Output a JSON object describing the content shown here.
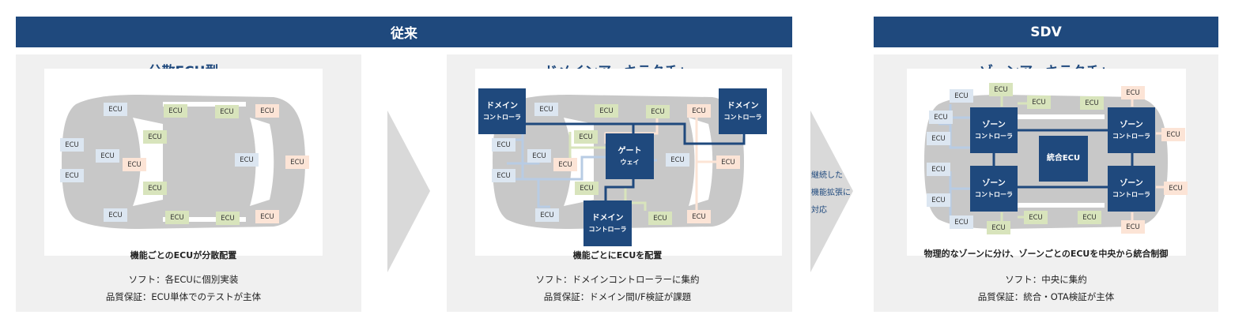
{
  "headers": {
    "left": "従来",
    "right": "SDV"
  },
  "panels": [
    {
      "title": "分散ECU型",
      "caption": "機能ごとのECUが分散配置",
      "notes": [
        "ソフト：各ECUに個別実装",
        "品質保証：ECU単体でのテストが主体"
      ]
    },
    {
      "title": "ドメインアーキテクチャ",
      "caption": "機能ごとにECUを配置",
      "notes": [
        "ソフト：ドメインコントローラーに集約",
        "品質保証：ドメイン間I/F検証が課題"
      ],
      "controllers": [
        {
          "line1": "ドメイン",
          "line2": "コントローラ"
        },
        {
          "line1": "ドメイン",
          "line2": "コントローラ"
        },
        {
          "line1": "ドメイン",
          "line2": "コントローラ"
        }
      ],
      "gateway": {
        "line1": "ゲート",
        "line2": "ウェイ"
      }
    },
    {
      "title": "ゾーンアーキテクチャ",
      "caption": "物理的なゾーンに分け、ゾーンごとのECUを中央から統合制御",
      "notes": [
        "ソフト：中央に集約",
        "品質保証：統合・OTA検証が主体"
      ],
      "zones": [
        {
          "line1": "ゾーン",
          "line2": "コントローラ"
        },
        {
          "line1": "ゾーン",
          "line2": "コントローラ"
        },
        {
          "line1": "ゾーン",
          "line2": "コントローラ"
        },
        {
          "line1": "ゾーン",
          "line2": "コントローラ"
        }
      ],
      "central": "統合ECU"
    }
  ],
  "transition_text": [
    "継続した",
    "機能拡張に",
    "対応"
  ],
  "ecu_label": "ECU",
  "colors": {
    "navy": "#1f497d",
    "blue_ecu": "#dce6f1",
    "green_ecu": "#d8e4bc",
    "orange_ecu": "#fce4d6",
    "car": "#c8c8c8",
    "panel": "#f0f0f0"
  }
}
